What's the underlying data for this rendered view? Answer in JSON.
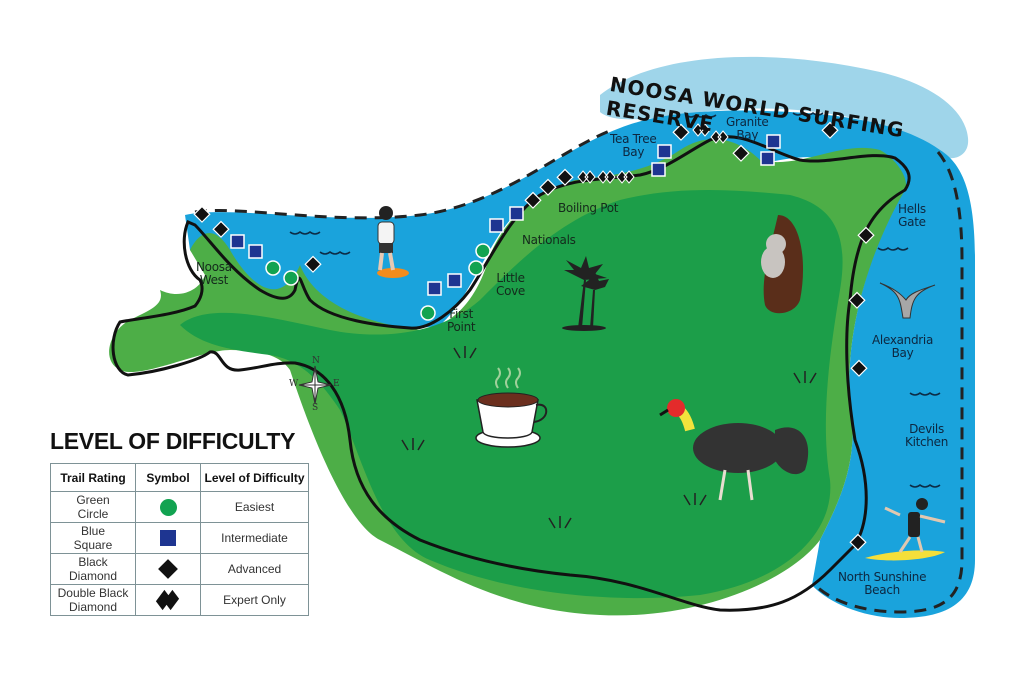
{
  "banner": {
    "title": "NOOSA WORLD SURFING RESERVE",
    "colors": {
      "banner_fill": "#9fd5ea",
      "sea": "#1aa3dc",
      "shallow": "#48c0ec",
      "land_dark": "#1c9e49",
      "land_light": "#4dae47",
      "trail_line": "#111111"
    }
  },
  "places": {
    "noosa_west": "Noosa\nWest",
    "first_point": "First\nPoint",
    "little_cove": "Little\nCove",
    "nationals": "Nationals",
    "boiling_pot": "Boiling Pot",
    "tea_tree_bay": "Tea Tree\nBay",
    "granite_bay": "Granite\nBay",
    "hells_gate": "Hells\nGate",
    "alexandria_bay": "Alexandria\nBay",
    "devils_kitchen": "Devils\nKitchen",
    "north_sunshine_beach": "North Sunshine\nBeach"
  },
  "compass": {
    "n": "N",
    "s": "S",
    "e": "E",
    "w": "W"
  },
  "illustrations": [
    "surfer-boy-icon",
    "palm-tree-icon",
    "koala-icon",
    "coffee-cup-icon",
    "brush-turkey-icon",
    "whale-tail-icon",
    "surfer-girl-icon",
    "grass-tuft-icon"
  ],
  "trail_markers": {
    "green_circles": [
      [
        273,
        268
      ],
      [
        291,
        278
      ],
      [
        428,
        313
      ],
      [
        476,
        268
      ],
      [
        483,
        251
      ]
    ],
    "blue_squares": [
      [
        238,
        242
      ],
      [
        256,
        252
      ],
      [
        435,
        289
      ],
      [
        455,
        281
      ],
      [
        497,
        226
      ],
      [
        517,
        214
      ],
      [
        665,
        152
      ],
      [
        659,
        170
      ],
      [
        774,
        142
      ],
      [
        768,
        159
      ]
    ],
    "black_diamonds": [
      [
        202,
        215
      ],
      [
        221,
        230
      ],
      [
        313,
        265
      ],
      [
        533,
        201
      ],
      [
        548,
        188
      ],
      [
        565,
        178
      ],
      [
        681,
        133
      ],
      [
        741,
        154
      ],
      [
        830,
        131
      ],
      [
        866,
        236
      ],
      [
        857,
        301
      ],
      [
        859,
        369
      ],
      [
        858,
        543
      ]
    ],
    "double_diamonds": [
      [
        587,
        177
      ],
      [
        607,
        177
      ],
      [
        626,
        177
      ],
      [
        702,
        130
      ],
      [
        720,
        137
      ]
    ]
  },
  "legend": {
    "title": "LEVEL OF DIFFICULTY",
    "headers": [
      "Trail Rating",
      "Symbol",
      "Level of Difficulty"
    ],
    "rows": [
      {
        "rating": "Green\nCircle",
        "symbol": "green-circle",
        "level": "Easiest"
      },
      {
        "rating": "Blue\nSquare",
        "symbol": "blue-square",
        "level": "Intermediate"
      },
      {
        "rating": "Black\nDiamond",
        "symbol": "black-diamond",
        "level": "Advanced"
      },
      {
        "rating": "Double Black\nDiamond",
        "symbol": "double-black-diamond",
        "level": "Expert Only"
      }
    ]
  }
}
